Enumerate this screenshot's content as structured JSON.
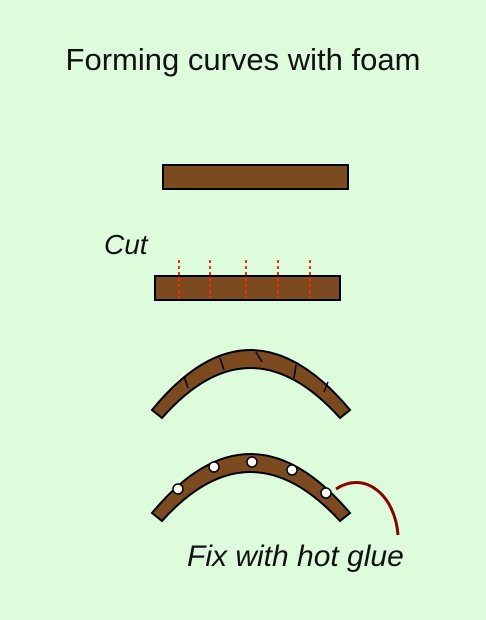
{
  "title": "Forming curves with foam",
  "labels": {
    "cut": "Cut",
    "glue": "Fix with hot glue"
  },
  "colors": {
    "background": "#dcfcdc",
    "foam": "#7b4a1e",
    "outline": "#000000",
    "cut_lines": "#ff2b00",
    "glue_leader": "#8b0000",
    "notch_fill": "#ffffff"
  },
  "steps": [
    "flat-strip",
    "cut-strip",
    "bent-strip",
    "glued-strip"
  ]
}
